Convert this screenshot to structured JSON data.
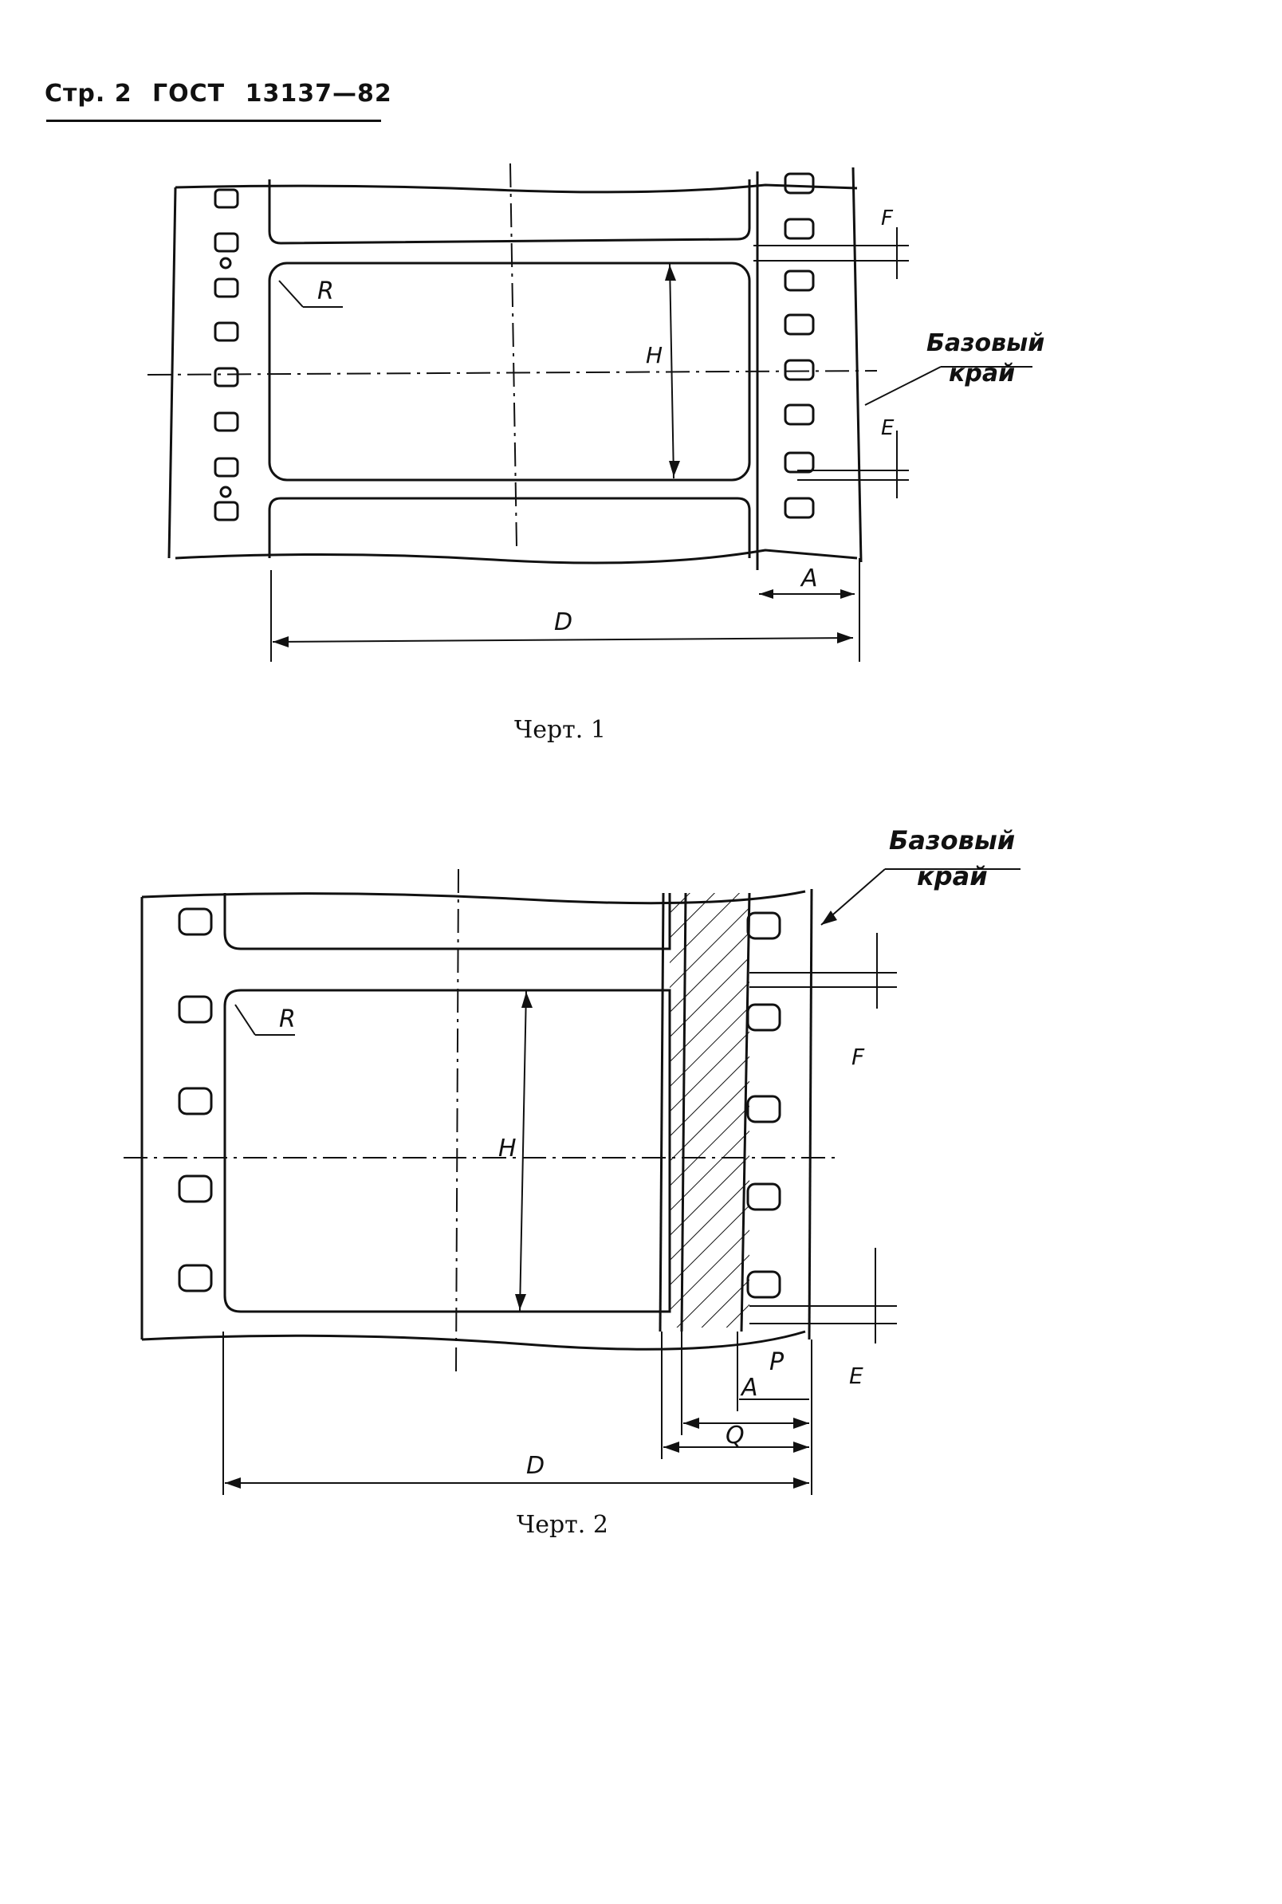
{
  "header": {
    "page_label": "Стр. 2",
    "standard": "ГОСТ",
    "number": "13137—82"
  },
  "figure1": {
    "caption": "Черт. 1",
    "labels": {
      "R": "R",
      "H": "H",
      "F": "F",
      "E": "E",
      "A": "A",
      "D": "D",
      "base_edge_line1": "Базовый",
      "base_edge_line2": "край"
    }
  },
  "figure2": {
    "caption": "Черт. 2",
    "labels": {
      "R": "R",
      "H": "H",
      "F": "F",
      "E": "E",
      "P": "P",
      "A": "A",
      "Q": "Q",
      "D": "D",
      "base_edge_line1": "Базовый",
      "base_edge_line2": "край"
    }
  }
}
